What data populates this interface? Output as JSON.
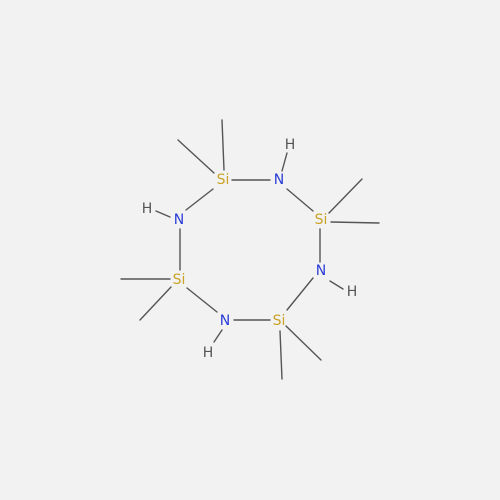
{
  "molecule": {
    "atoms": {
      "si_top": "Si",
      "n_top": "N",
      "h_top": "H",
      "si_right": "Si",
      "n_right": "N",
      "h_right": "H",
      "si_bottom": "Si",
      "n_bottom": "N",
      "h_bottom": "H",
      "si_left": "Si",
      "n_left": "N",
      "h_left": "H"
    },
    "colors": {
      "silicon": "#c9a227",
      "nitrogen": "#2a3bd6",
      "hydrogen": "#555555",
      "bond": "#555555",
      "background": "#f2f2f2"
    }
  }
}
